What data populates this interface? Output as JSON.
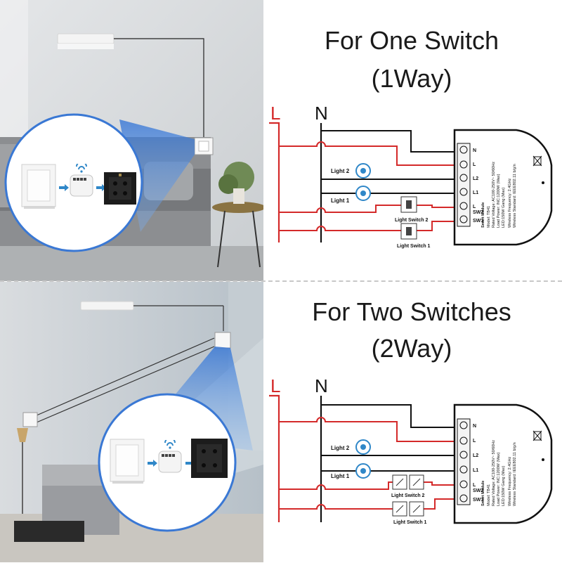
{
  "sections": [
    {
      "title": "For One Switch",
      "subtitle": "(1Way)",
      "diagram": {
        "line_label": "L",
        "neutral_label": "N",
        "loads": [
          "Light 2",
          "Light 1"
        ],
        "switches": [
          "Light Switch 2",
          "Light Switch 1"
        ],
        "terminals": [
          "N",
          "L",
          "L2",
          "L1",
          "L",
          "SW2",
          "SW1"
        ],
        "module_title": "Smart Module",
        "module_spec": [
          "Model: TB41",
          "Rated Voltage: AC100-250V~ 50/60Hz",
          "Load Power: INC:1200W (Max)",
          "LED:150W  Gang (Max)",
          "Wireless Frequency: 2.4GHz",
          "Wireless Standard: IEEE802.11 b/g/n"
        ]
      }
    },
    {
      "title": "For Two Switches",
      "subtitle": "(2Way)",
      "diagram": {
        "line_label": "L",
        "neutral_label": "N",
        "loads": [
          "Light 2",
          "Light 1"
        ],
        "switches": [
          "Light Switch 2",
          "Light Switch 1"
        ],
        "terminals": [
          "N",
          "L",
          "L2",
          "L1",
          "L",
          "SW2",
          "SW1"
        ],
        "module_title": "Smart Module",
        "module_spec": [
          "Model: TB41",
          "Rated Voltage: AC100-250V~ 50/60Hz",
          "Load Power: INC:1200W (Max)",
          "LED:150W  Gang (Max)",
          "Wireless Frequency: 2.4GHz",
          "Wireless Standard: IEEE802.11 b/g/n"
        ]
      }
    }
  ],
  "colors": {
    "live_wire": "#d42a2a",
    "neutral_wire": "#111111",
    "lamp_blue": "#2f87c8",
    "line_label": "#d42a2a"
  },
  "icons": [
    "wall-switch-icon",
    "wifi-icon",
    "smart-module-icon",
    "wall-box-icon",
    "arrow-right-icon",
    "light-bulb-icon",
    "rocker-switch-icon",
    "recycle-bin-icon"
  ]
}
